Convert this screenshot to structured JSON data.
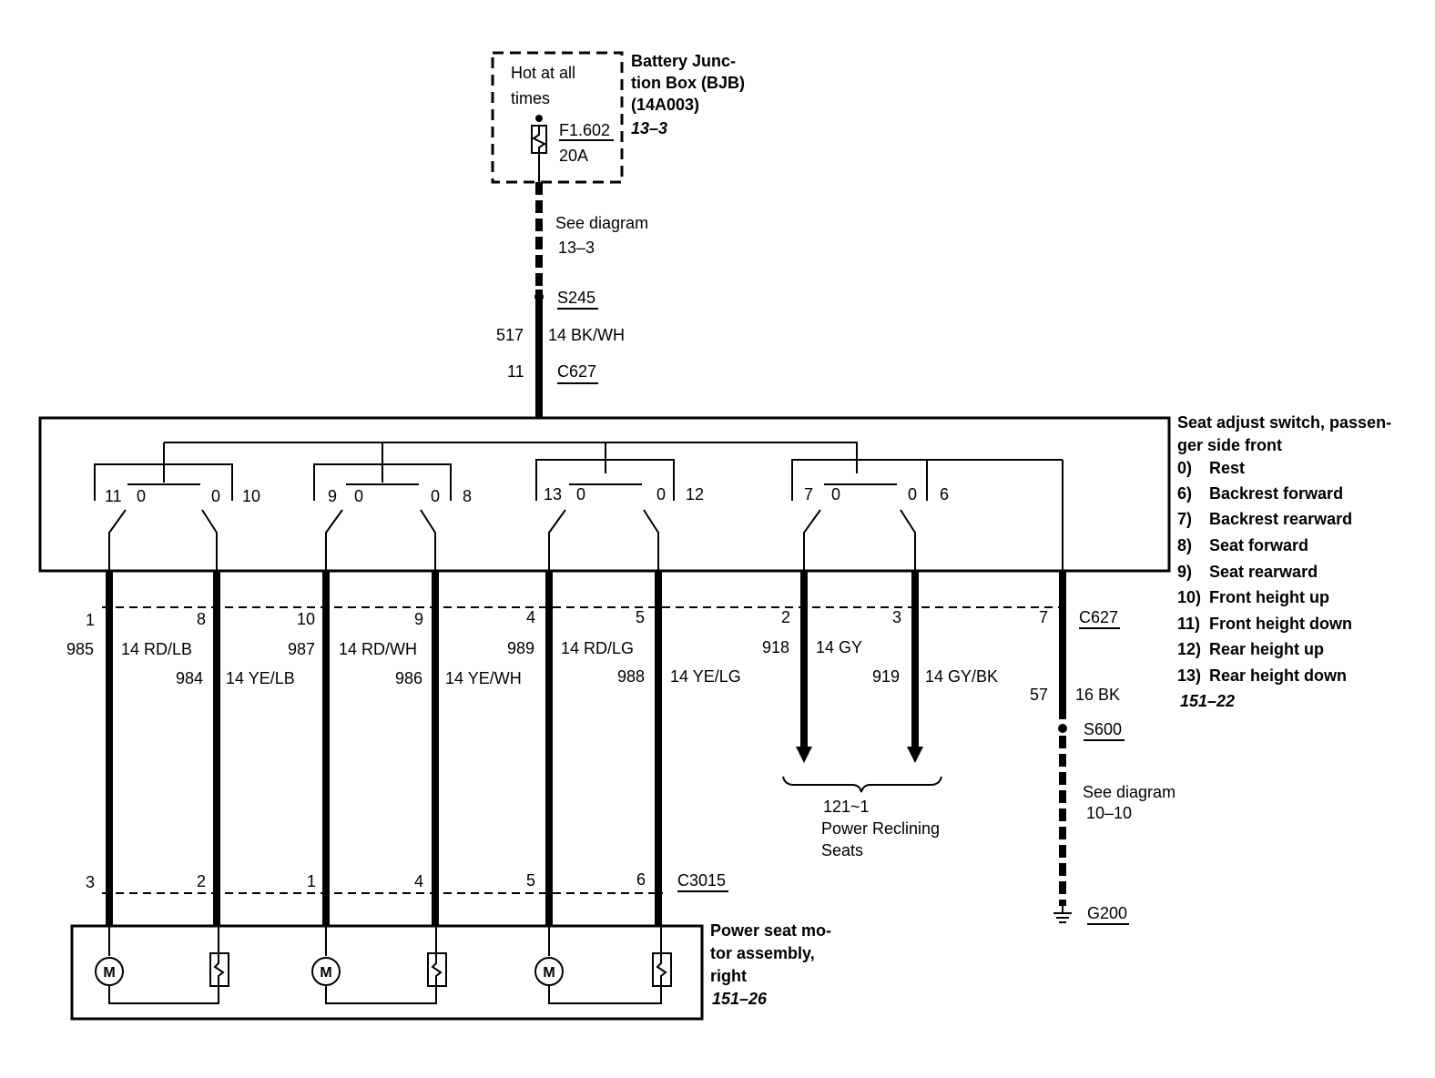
{
  "bjb": {
    "hot_l1": "Hot at all",
    "hot_l2": "times",
    "fuse_id": "F1.602",
    "fuse_rating": "20A",
    "name_l1": "Battery Junc-",
    "name_l2": "tion Box (BJB)",
    "name_l3": "(14A003)",
    "ref": "13–3"
  },
  "feed": {
    "see_l1": "See diagram",
    "see_l2": "13–3",
    "splice": "S245",
    "circuit": "517",
    "wire": "14 BK/WH",
    "pin": "11",
    "connector": "C627"
  },
  "switch": {
    "title_l1": "Seat adjust switch, passen-",
    "title_l2": "ger side front",
    "positions": [
      {
        "num": "0)",
        "label": "Rest"
      },
      {
        "num": "6)",
        "label": "Backrest forward"
      },
      {
        "num": "7)",
        "label": "Backrest rearward"
      },
      {
        "num": "8)",
        "label": "Seat forward"
      },
      {
        "num": "9)",
        "label": "Seat rearward"
      },
      {
        "num": "10)",
        "label": "Front height up"
      },
      {
        "num": "11)",
        "label": "Front height down"
      },
      {
        "num": "12)",
        "label": "Rear height up"
      },
      {
        "num": "13)",
        "label": "Rear height down"
      }
    ],
    "ref": "151–22",
    "contacts": [
      "11",
      "0",
      "0",
      "10",
      "9",
      "0",
      "0",
      "8",
      "13",
      "0",
      "0",
      "12",
      "7",
      "0",
      "0",
      "6"
    ]
  },
  "c627": {
    "label": "C627",
    "pins": [
      "1",
      "8",
      "10",
      "9",
      "4",
      "5",
      "2",
      "3",
      "7"
    ]
  },
  "wires": [
    {
      "circuit": "985",
      "color": "14 RD/LB"
    },
    {
      "circuit": "984",
      "color": "14 YE/LB"
    },
    {
      "circuit": "987",
      "color": "14 RD/WH"
    },
    {
      "circuit": "986",
      "color": "14 YE/WH"
    },
    {
      "circuit": "989",
      "color": "14 RD/LG"
    },
    {
      "circuit": "988",
      "color": "14 YE/LG"
    },
    {
      "circuit": "918",
      "color": "14 GY"
    },
    {
      "circuit": "919",
      "color": "14 GY/BK"
    }
  ],
  "ground": {
    "circuit": "57",
    "color": "16 BK",
    "splice": "S600",
    "see_l1": "See diagram",
    "see_l2": "10–10",
    "ground_id": "G200"
  },
  "reclining": {
    "ref": "121~1",
    "l1": "Power Reclining",
    "l2": "Seats"
  },
  "c3015": {
    "label": "C3015",
    "pins": [
      "3",
      "2",
      "1",
      "4",
      "5",
      "6"
    ]
  },
  "motor": {
    "l1": "Power seat mo-",
    "l2": "tor assembly,",
    "l3": "right",
    "ref": "151–26",
    "symbol": "M"
  }
}
